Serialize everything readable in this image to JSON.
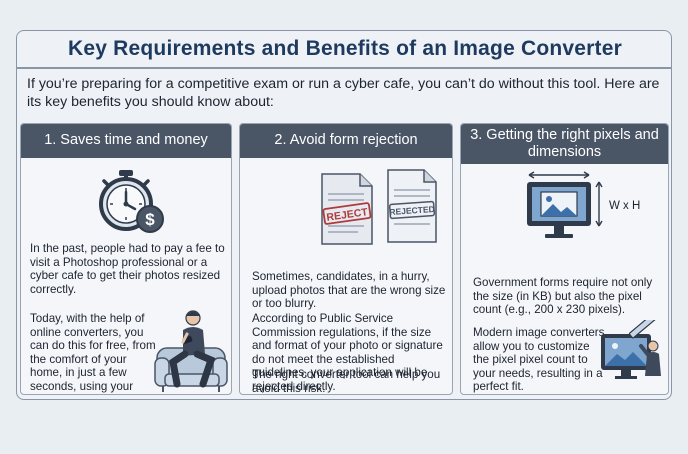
{
  "title": "Key Requirements and Benefits of an Image Converter",
  "intro": "If you’re preparing for a competitive exam or run a cyber cafe, you can’t do without this tool. Here are its key benefits you should know about:",
  "columns": [
    {
      "heading": "1. Saves time and money",
      "paragraphs": [
        "In the past, people had to pay a fee to visit a Photoshop professional or a cyber cafe to get their photos resized correctly.",
        "Today, with the help of online converters, you can do this for free, from the comfort of your home, in just a few seconds, using your mobile phone."
      ]
    },
    {
      "heading": "2. Avoid form rejection",
      "stamps": [
        "REJECT",
        "REJECTED"
      ],
      "paragraphs": [
        "Sometimes, candidates, in a hurry, upload photos that are the wrong size or too blurry.",
        "According to Public Service Commission regulations, if the size and format of your photo or signature do not meet the established guidelines, your application will be rejected directly.",
        "The right converter tool can help you avoid this risk."
      ]
    },
    {
      "heading": "3. Getting the right pixels and dimensions",
      "dimension_label": "W x H",
      "paragraphs": [
        "Government forms require not only the size (in KB) but also the pixel count (e.g., 200 x 230 pixels).",
        "Modern image converters allow you to customize the pixel pixel count to your needs, resulting in a perfect fit."
      ]
    }
  ],
  "colors": {
    "title": "#1e3a5f",
    "header_bg": "#4a5566",
    "border": "#8a96a6",
    "panel_bg": "#f4f6f9",
    "stamp_red": "#b03a3a",
    "accent_blue": "#3d6fa8"
  },
  "icons": [
    "stopwatch-icon",
    "dollar-coin-icon",
    "person-on-couch-icon",
    "rejected-document-icon",
    "monitor-image-icon",
    "resize-tool-icon"
  ]
}
